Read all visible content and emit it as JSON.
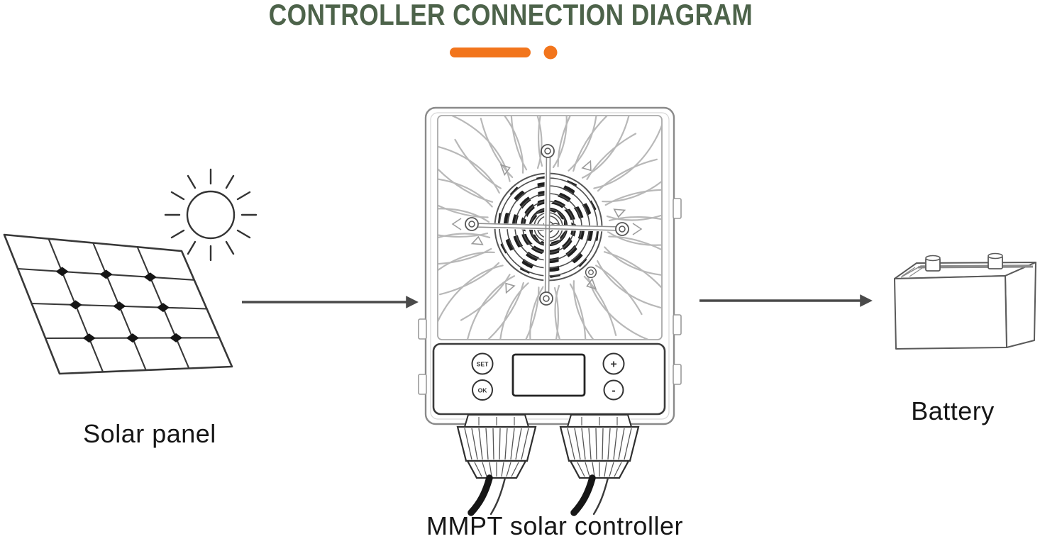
{
  "title": "CONTROLLER CONNECTION DIAGRAM",
  "labels": {
    "solar_panel": "Solar panel",
    "controller": "MMPT solar controller",
    "battery": "Battery"
  },
  "controller": {
    "buttons": {
      "set": "SET",
      "ok": "OK",
      "plus": "+",
      "minus": "-"
    },
    "display_text": ""
  },
  "connections": [
    {
      "from": "Solar panel",
      "to": "MMPT solar controller"
    },
    {
      "from": "MMPT solar controller",
      "to": "Battery"
    }
  ],
  "colors": {
    "accent": "#f2751c",
    "title_text": "#4d634a",
    "label_text": "#161616",
    "arrow": "#4a4a4a",
    "line_art": "#333333",
    "fin_gray": "#b8b8b8",
    "fan_blade": "#1f1f1f"
  },
  "icons": {
    "sun-icon": "☀",
    "solar-panel-icon": "▦",
    "fan-icon": "✺",
    "battery-icon": "🔋",
    "arrow-right-icon": "→"
  }
}
